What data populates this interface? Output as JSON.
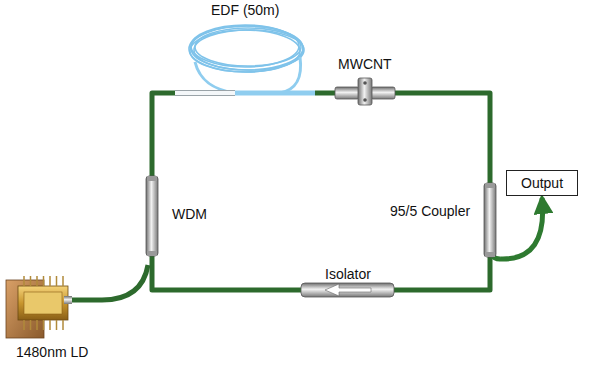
{
  "diagram": {
    "nodes": [
      {
        "text": [
          "EDF (50m)"
        ]
      },
      {
        "text": [
          "MWCNT"
        ]
      },
      {
        "text": [
          "95/5 Coupler"
        ]
      },
      {
        "text": [
          "Output"
        ]
      },
      {
        "text": [
          "WDM"
        ]
      },
      {
        "text": [
          "Isolator"
        ]
      },
      {
        "text": [
          "1480nm LD"
        ]
      }
    ],
    "edges": [
      {
        "from": 6,
        "to": 4,
        "arrow": "none"
      },
      {
        "from": 4,
        "to": 0,
        "arrow": "none"
      },
      {
        "from": 0,
        "to": 1,
        "arrow": "none"
      },
      {
        "from": 1,
        "to": 2,
        "arrow": "none"
      },
      {
        "from": 2,
        "to": 5,
        "arrow": "none"
      },
      {
        "from": 5,
        "to": 4,
        "arrow": "none"
      },
      {
        "from": 2,
        "to": 3,
        "arrow": "to"
      }
    ]
  }
}
